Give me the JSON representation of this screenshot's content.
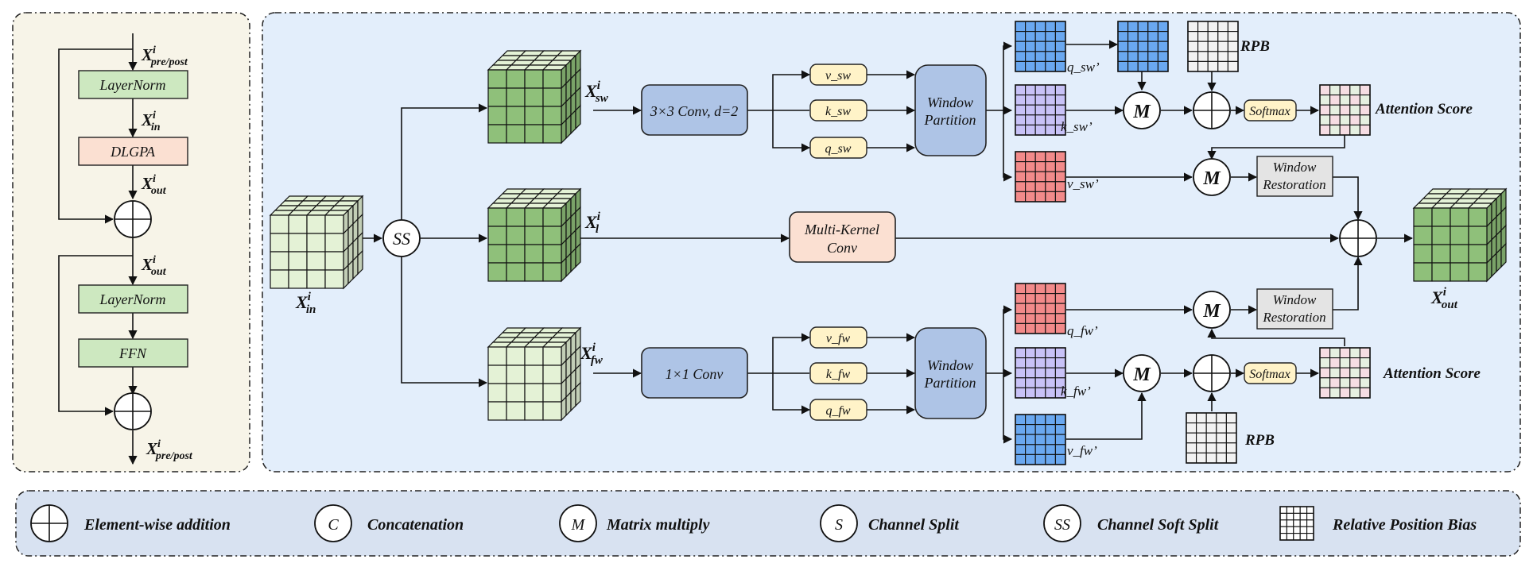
{
  "colors": {
    "left_panel_bg": "#f7f4e8",
    "main_panel_bg": "#e3eefb",
    "legend_bg": "#d8e2f1",
    "layernorm_fill": "#cde8c0",
    "dlgpa_fill": "#fbe0d2",
    "conv_fill": "#aec4e6",
    "small_op_fill": "#fff3c8",
    "multikernel_fill": "#fbe0d2",
    "restoration_fill": "#e4e4e4",
    "cube_dark_green": "#8fc07a",
    "cube_light_green": "#e4f2d6",
    "grid_blue": "#6aa8f0",
    "grid_purple": "#c8c2f7",
    "grid_red": "#f28a8a",
    "grid_white": "#f2f2f2",
    "grid_attention": "#f3e4ea"
  },
  "left": {
    "layernorm1": "LayerNorm",
    "dlgpa": "DLGPA",
    "layernorm2": "LayerNorm",
    "ffn": "FFN",
    "var_top": {
      "base": "X",
      "sup": "i",
      "sub": "pre/post"
    },
    "var_in": {
      "base": "X",
      "sup": "i",
      "sub": "in"
    },
    "var_out1": {
      "base": "X",
      "sup": "i",
      "sub": "out"
    },
    "var_out2": {
      "base": "X",
      "sup": "i",
      "sub": "out"
    },
    "var_bottom": {
      "base": "X",
      "sup": "i",
      "sub": "pre/post"
    }
  },
  "main": {
    "x_in": {
      "base": "X",
      "sup": "i",
      "sub": "in"
    },
    "x_sw": {
      "base": "X",
      "sup": "i",
      "sub": "sw"
    },
    "x_l": {
      "base": "X",
      "sup": "i",
      "sub": "l"
    },
    "x_fw": {
      "base": "X",
      "sup": "i",
      "sub": "fw"
    },
    "x_out": {
      "base": "X",
      "sup": "i",
      "sub": "out"
    },
    "ss": "SS",
    "conv_sw": "3×3 Conv, d=2",
    "conv_fw": "1×1 Conv",
    "multi_kernel_1": "Multi-Kernel",
    "multi_kernel_2": "Conv",
    "v_sw": "v_sw",
    "k_sw": "k_sw",
    "q_sw": "q_sw",
    "v_fw": "v_fw",
    "k_fw": "k_fw",
    "q_fw": "q_fw",
    "window_partition_1": "Window",
    "window_partition_2": "Partition",
    "q_sw_p": "q_sw’",
    "k_sw_p": "k_sw’",
    "v_sw_p": "v_sw’",
    "q_fw_p": "q_fw’",
    "k_fw_p": "k_fw’",
    "v_fw_p": "v_fw’",
    "m": "M",
    "softmax": "Softmax",
    "rpb": "RPB",
    "attention_score": "Attention Score",
    "window_restoration_1": "Window",
    "window_restoration_2": "Restoration"
  },
  "legend": {
    "items": [
      {
        "symbol": "add",
        "label": "Element-wise addition"
      },
      {
        "symbol": "C",
        "label": "Concatenation"
      },
      {
        "symbol": "M",
        "label": "Matrix multiply"
      },
      {
        "symbol": "S",
        "label": "Channel Split"
      },
      {
        "symbol": "SS",
        "label": "Channel Soft Split"
      },
      {
        "symbol": "grid",
        "label": "Relative Position Bias"
      }
    ]
  }
}
